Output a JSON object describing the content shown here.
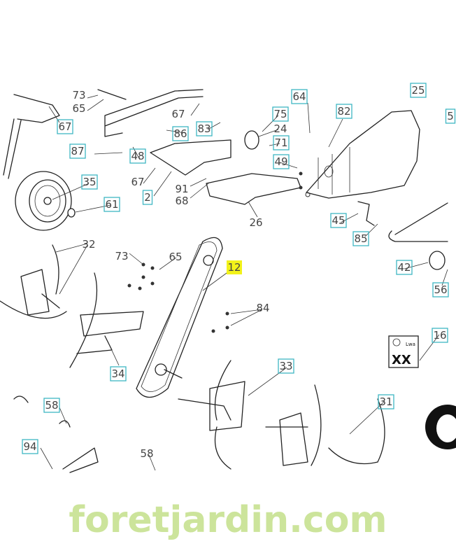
{
  "diagram": {
    "title": "Exploded parts diagram - tiller transmission, wheel and tines",
    "watermark": "foretjardin.com",
    "labels": [
      {
        "number": "73",
        "style": "plain"
      },
      {
        "number": "65",
        "style": "plain"
      },
      {
        "number": "67",
        "style": "boxed"
      },
      {
        "number": "67",
        "style": "plain"
      },
      {
        "number": "86",
        "style": "boxed"
      },
      {
        "number": "83",
        "style": "boxed"
      },
      {
        "number": "75",
        "style": "boxed"
      },
      {
        "number": "24",
        "style": "plain"
      },
      {
        "number": "71",
        "style": "boxed"
      },
      {
        "number": "49",
        "style": "boxed"
      },
      {
        "number": "64",
        "style": "boxed"
      },
      {
        "number": "82",
        "style": "boxed"
      },
      {
        "number": "25",
        "style": "boxed"
      },
      {
        "number": "5",
        "style": "boxed"
      },
      {
        "number": "87",
        "style": "boxed"
      },
      {
        "number": "48",
        "style": "boxed"
      },
      {
        "number": "35",
        "style": "boxed"
      },
      {
        "number": "61",
        "style": "boxed"
      },
      {
        "number": "67",
        "style": "plain"
      },
      {
        "number": "2",
        "style": "boxed"
      },
      {
        "number": "91",
        "style": "plain"
      },
      {
        "number": "68",
        "style": "plain"
      },
      {
        "number": "26",
        "style": "plain"
      },
      {
        "number": "45",
        "style": "boxed"
      },
      {
        "number": "85",
        "style": "boxed"
      },
      {
        "number": "42",
        "style": "boxed"
      },
      {
        "number": "56",
        "style": "boxed"
      },
      {
        "number": "32",
        "style": "plain"
      },
      {
        "number": "73",
        "style": "plain"
      },
      {
        "number": "65",
        "style": "plain"
      },
      {
        "number": "12",
        "style": "highlighted"
      },
      {
        "number": "84",
        "style": "plain"
      },
      {
        "number": "34",
        "style": "boxed"
      },
      {
        "number": "33",
        "style": "boxed"
      },
      {
        "number": "16",
        "style": "boxed"
      },
      {
        "number": "31",
        "style": "boxed"
      },
      {
        "number": "58",
        "style": "boxed"
      },
      {
        "number": "94",
        "style": "boxed"
      },
      {
        "number": "58",
        "style": "plain"
      }
    ],
    "decal": {
      "big_text": "XX",
      "small_text": "Lwa"
    },
    "colors": {
      "box": "#3fb6c4",
      "highlight": "#f2f21a",
      "wm_green": "#c4e08a",
      "wm_orange": "#f5b96a",
      "wm_gray": "#b9b3a6"
    }
  }
}
